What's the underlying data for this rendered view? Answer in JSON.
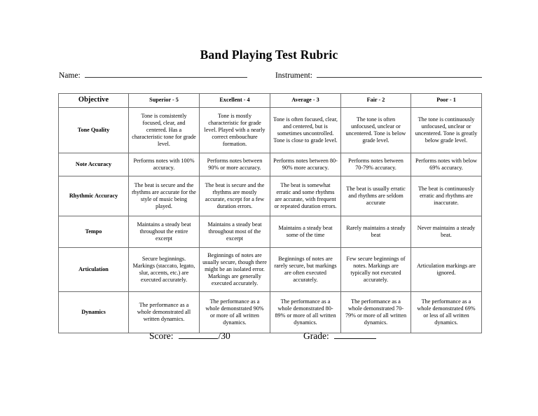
{
  "document": {
    "title": "Band Playing Test Rubric"
  },
  "header_fields": {
    "name_label": "Name:",
    "name_value": "",
    "instrument_label": "Instrument:",
    "instrument_value": ""
  },
  "rubric": {
    "columns": [
      "Objective",
      "Superior - 5",
      "Excellent - 4",
      "Average - 3",
      "Fair - 2",
      "Poor - 1"
    ],
    "rows": [
      {
        "objective": "Tone Quality",
        "cells": [
          "Tone is consistently focused, clear, and centered.  Has a characteristic tone for grade level.",
          "Tone is mostly characteristic for grade level. Played with a nearly correct embouchure formation.",
          "Tone is often focused, clear, and centered, but is sometimes uncontrolled. Tone is close to grade level.",
          "The tone is often unfocused, unclear or uncentered. Tone is below grade level.",
          "The tone is continuously unfocused, unclear or uncentered. Tone is greatly below grade level."
        ]
      },
      {
        "objective": "Note Accuracy",
        "cells": [
          "Performs notes with 100% accuracy.",
          "Performs notes between 90% or more accuracy.",
          "Performs notes between 80-90% more accuracy.",
          "Performs notes between 70-79% accuracy.",
          "Performs notes with below 69% accuracy."
        ]
      },
      {
        "objective": "Rhythmic Accuracy",
        "cells": [
          "The beat is secure and the rhythms are accurate for the style of music being played.",
          "The beat is secure and the rhythms are mostly accurate, except for a few duration errors.",
          "The beat is somewhat erratic and some rhythms are accurate, with frequent or repeated duration errors.",
          "The beat is usually erratic and rhythms are seldom accurate",
          "The beat is continuously erratic and rhythms are inaccurate."
        ]
      },
      {
        "objective": "Tempo",
        "cells": [
          "Maintains a steady beat throughout the entire excerpt",
          "Maintains a steady beat throughout most of the excerpt",
          "Maintains a steady beat some of the time",
          "Rarely maintains a steady beat",
          "Never maintains a steady beat."
        ]
      },
      {
        "objective": "Articulation",
        "cells": [
          "Secure beginnings. Markings (staccato, legato, slur, accents, etc.) are executed accurately.",
          "Beginnings of notes are usually secure, though there might be an isolated error. Markings are generally executed accurately.",
          "Beginnings of notes are rarely secure, but markings are often executed accurately.",
          "Few secure beginnings of notes. Markings are typically not executed accurately.",
          "Articulation markings are ignored."
        ]
      },
      {
        "objective": "Dynamics",
        "cells": [
          "The performance as a whole demonstrated all written dynamics.",
          "The performance as a whole demonstrated 90% or more of all written dynamics.",
          "The performance as a whole demonstrated 80-89% or more of all written dynamics.",
          "The performance as a whole demonstrated 70-79% or more of all written dynamics.",
          "The performance as a whole demonstrated 69% or less of all written dynamics."
        ]
      }
    ]
  },
  "footer": {
    "score_label": "Score:",
    "score_value": "",
    "score_suffix": "/30",
    "grade_label": "Grade:",
    "grade_value": ""
  },
  "colors": {
    "shading": "#d4d4d4",
    "border": "#6e6e6e",
    "text": "#000000",
    "page_background": "#ffffff"
  }
}
